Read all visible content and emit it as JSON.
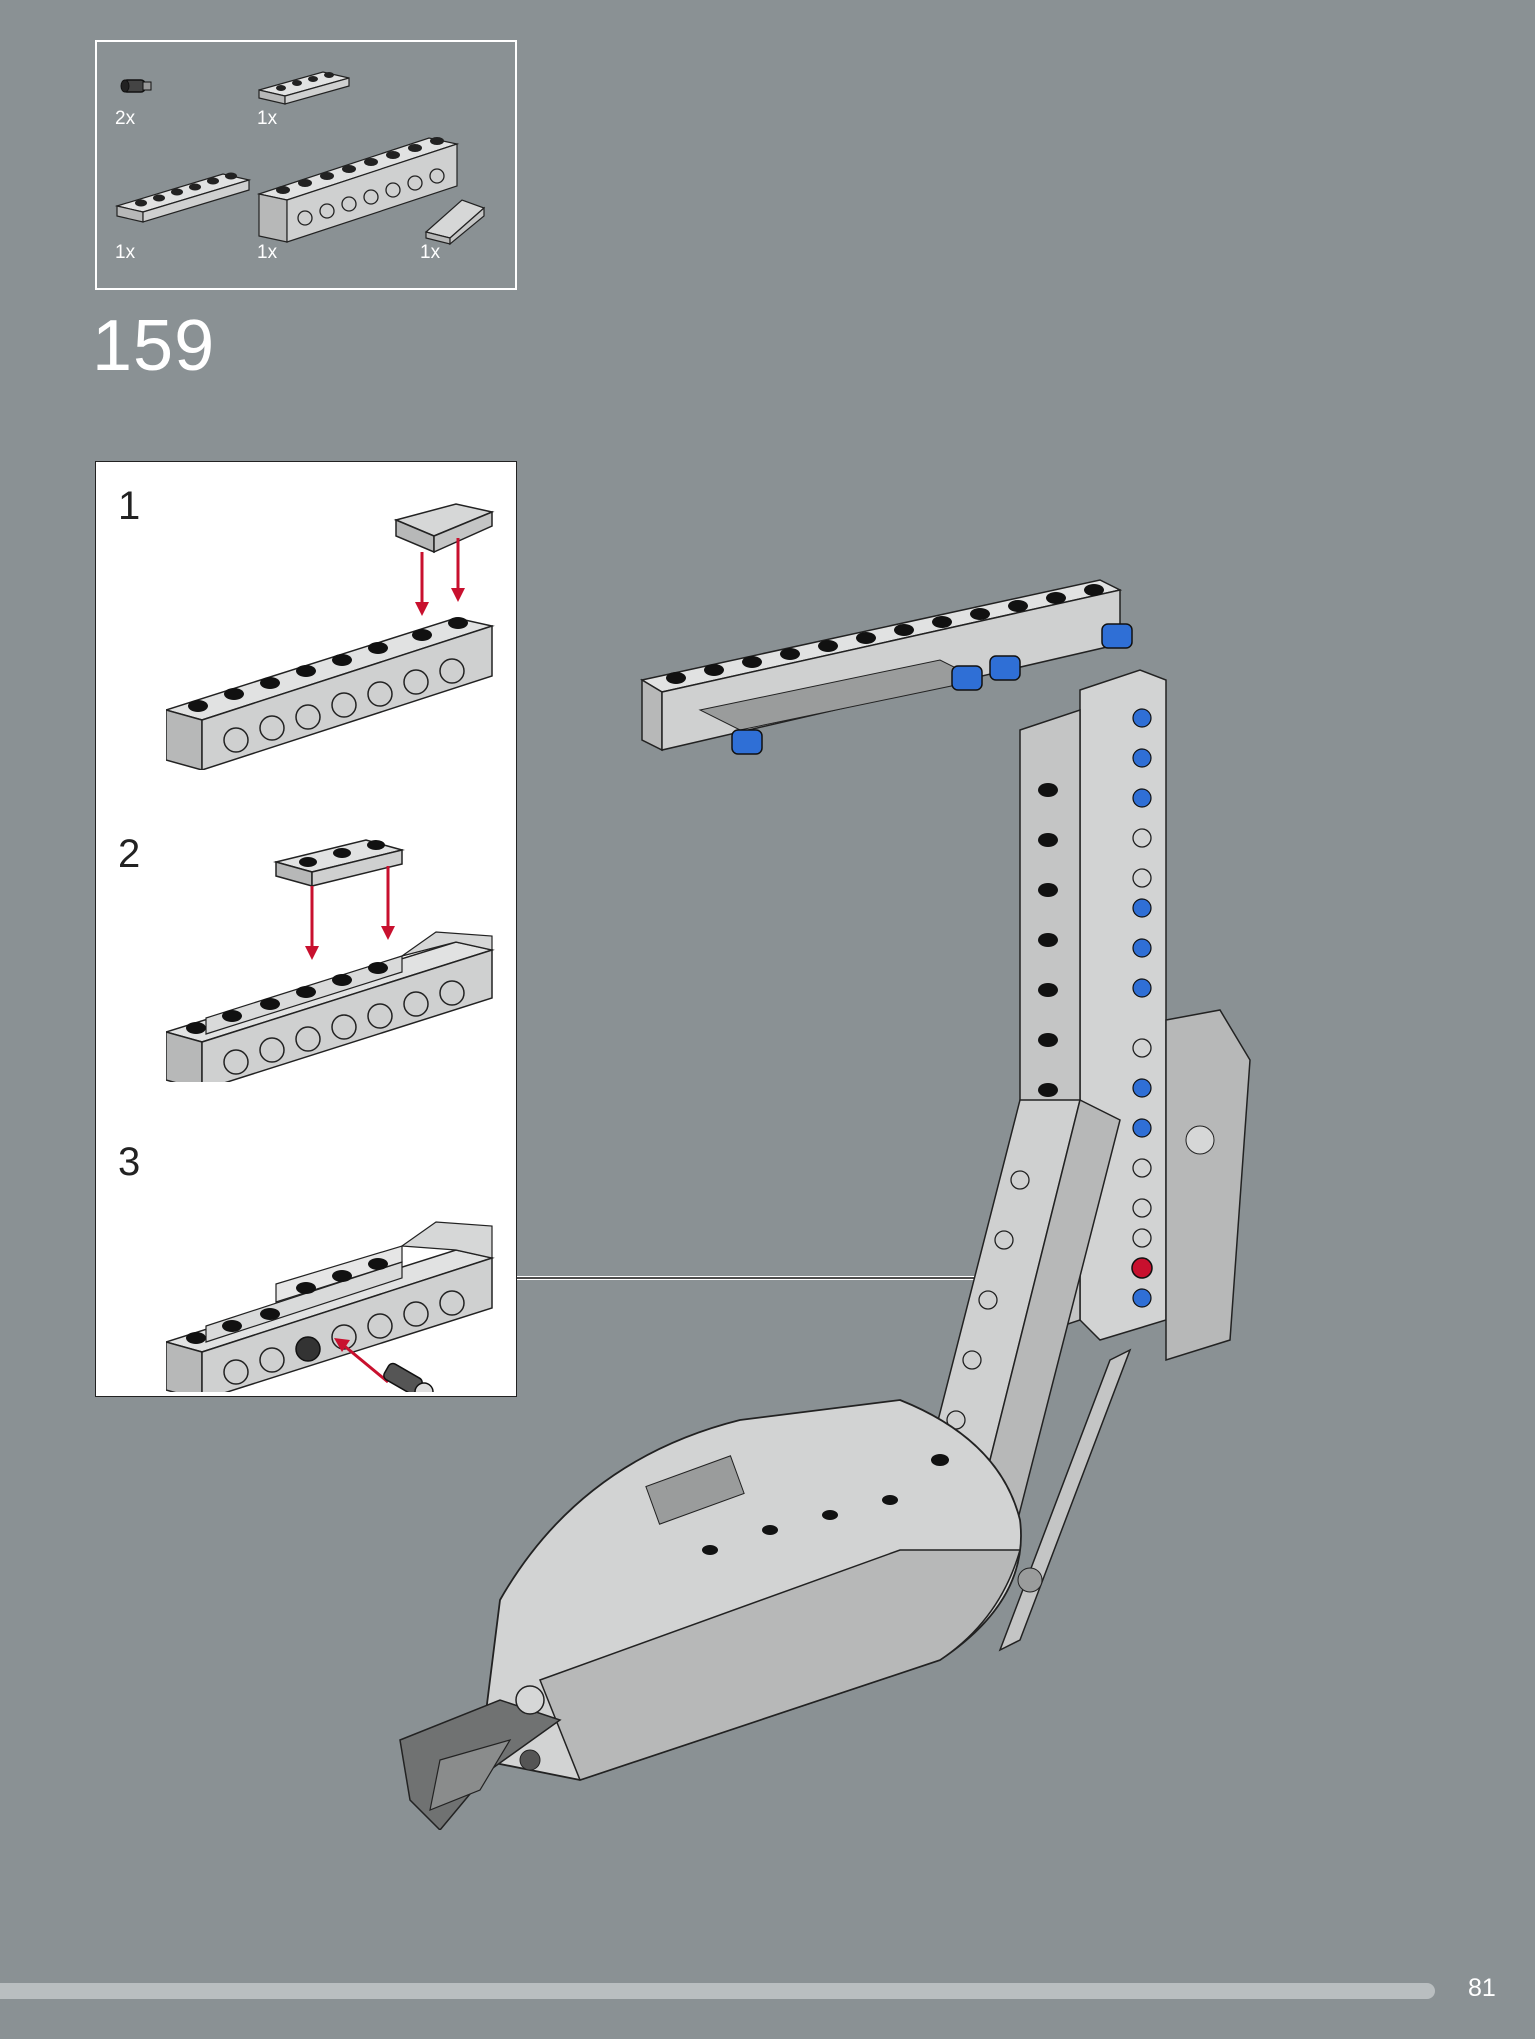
{
  "step": {
    "number": "159"
  },
  "parts_list": [
    {
      "qty": "2x",
      "part": "pin-connector"
    },
    {
      "qty": "1x",
      "part": "plate-1x4"
    },
    {
      "qty": "1x",
      "part": "plate-1x6"
    },
    {
      "qty": "1x",
      "part": "technic-brick-1x8"
    },
    {
      "qty": "1x",
      "part": "slope-wedge"
    }
  ],
  "substeps": [
    {
      "number": "1"
    },
    {
      "number": "2"
    },
    {
      "number": "3"
    }
  ],
  "page": {
    "number": "81"
  },
  "colors": {
    "background": "#8a9194",
    "brick_gray": "#c8c9c9",
    "stud_black": "#111111",
    "pin_blue": "#2f6fd6",
    "arrow_red": "#c8102e",
    "progress_track": "#b9bec0"
  }
}
